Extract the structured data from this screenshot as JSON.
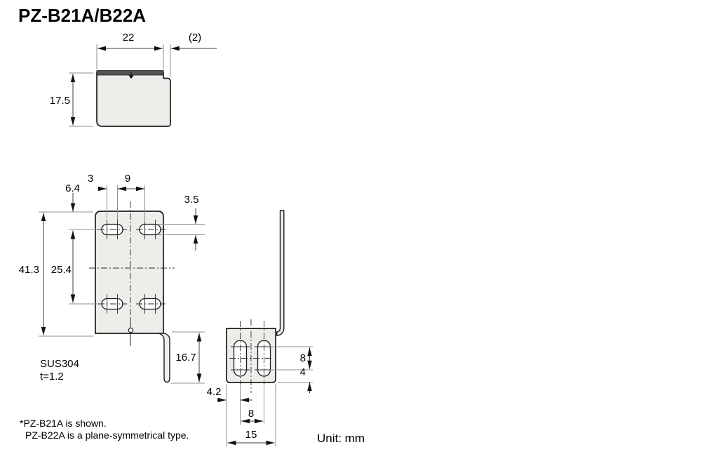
{
  "title": "PZ-B21A/B22A",
  "unit_label": "Unit: mm",
  "material": {
    "name": "SUS304",
    "thickness": "t=1.2"
  },
  "notes": {
    "line1": "*PZ-B21A is shown.",
    "line2": "PZ-B22A is a plane-symmetrical type."
  },
  "dims": {
    "top_view": {
      "width": "22",
      "bend_tab": "(2)",
      "height": "17.5"
    },
    "front_view": {
      "slot_span": "3",
      "hole_pitch_h": "9",
      "top_to_hole": "6.4",
      "slot_width": "3.5",
      "overall_height": "41.3",
      "hole_pitch_v": "25.4",
      "flange_length": "16.7"
    },
    "side_view": {
      "edge_to_slot": "4.2",
      "slot_length": "8",
      "slot_to_edge": "4",
      "hole_pitch": "8",
      "overall_width": "15"
    }
  },
  "colors": {
    "outline": "#1c1c1c",
    "dimension_line": "#3c3c3c",
    "extension_line": "#8f8f8f",
    "part_fill": "#f0efec",
    "edge_band": "#545454"
  }
}
